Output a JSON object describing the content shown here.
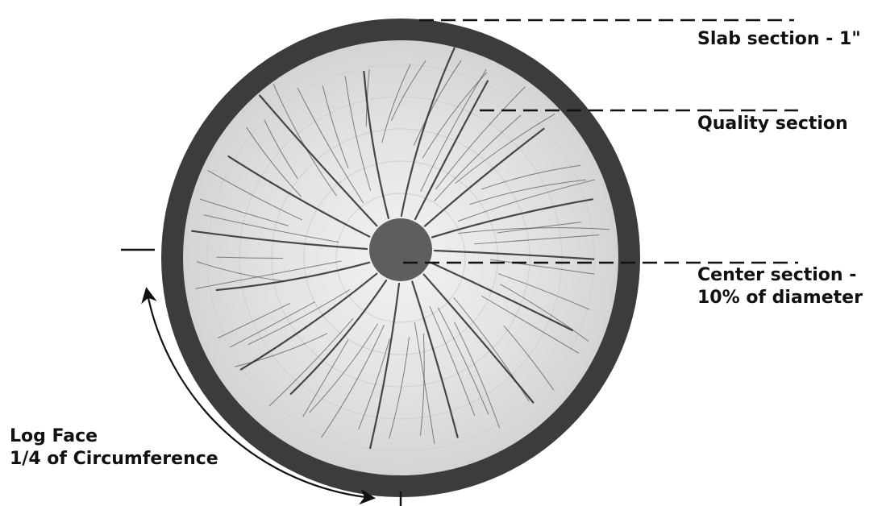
{
  "labels": {
    "slab": "Slab section - 1\"",
    "quality": "Quality section",
    "center_line1": "Center section -",
    "center_line2": "10% of diameter",
    "logface_line1": "Log Face",
    "logface_line2": "1/4 of Circumference"
  },
  "colors": {
    "slab_ring": "#3c3c3c",
    "wood_face": "#e6e6e6",
    "center_disc": "#5e5e5e",
    "crack": "#2a2a2a",
    "leader_line": "#111111"
  }
}
